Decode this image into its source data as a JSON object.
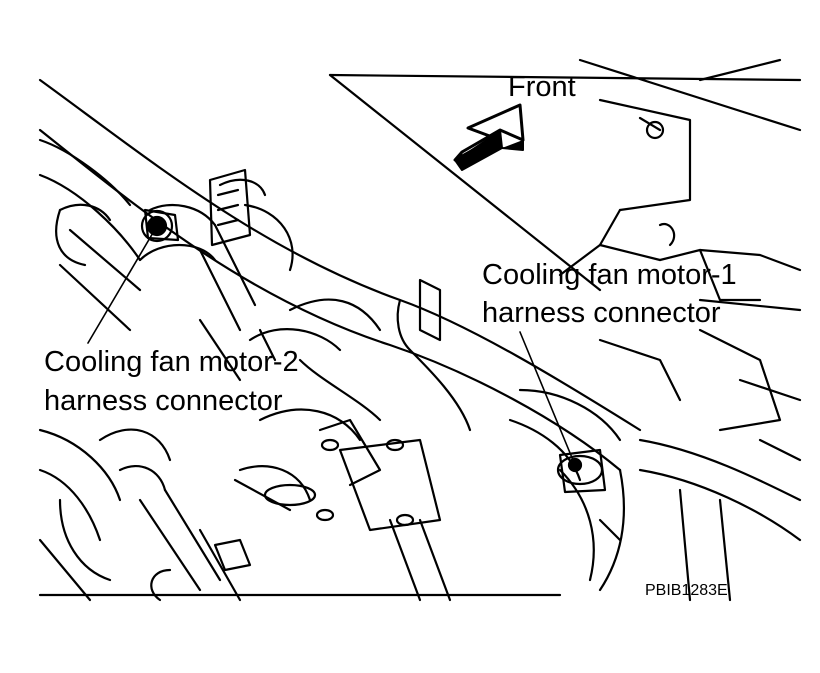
{
  "labels": {
    "front": "Front",
    "fan1_line1": "Cooling fan motor-1",
    "fan1_line2": "harness connector",
    "fan2_line1": "Cooling fan motor-2",
    "fan2_line2": "harness connector",
    "figure_id": "PBIB1283E"
  },
  "colors": {
    "line": "#000000",
    "background": "#ffffff"
  }
}
